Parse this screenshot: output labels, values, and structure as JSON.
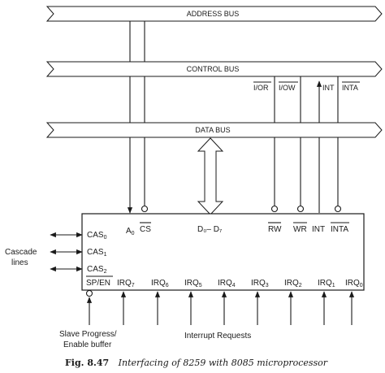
{
  "buses": {
    "address": "ADDRESS BUS",
    "control": "CONTROL BUS",
    "data": "DATA BUS"
  },
  "control_signals": {
    "ior": "I/OR",
    "iow": "I/OW",
    "int": "INT",
    "inta": "INTA"
  },
  "chip": {
    "a0_base": "A",
    "a0_sub": "0",
    "cs": "CS",
    "data_pins": "D₀– D₇",
    "rw": "RW",
    "wr": "WR",
    "int": "INT",
    "inta": "INTA",
    "cas0_base": "CAS",
    "cas0_sub": "0",
    "cas1_base": "CAS",
    "cas1_sub": "1",
    "cas2_base": "CAS",
    "cas2_sub": "2",
    "sp_en": "SP/EN",
    "irq_base": "IRQ",
    "irq_subs": [
      "7",
      "6",
      "5",
      "4",
      "3",
      "2",
      "1",
      "0"
    ]
  },
  "labels": {
    "cascade_line1": "Cascade",
    "cascade_line2": "lines",
    "slave_line1": "Slave Progress/",
    "slave_line2": "Enable buffer",
    "interrupt_requests": "Interrupt Requests"
  },
  "caption": {
    "fig": "Fig. 8.47",
    "text": "Interfacing of 8259 with 8085 microprocessor"
  }
}
